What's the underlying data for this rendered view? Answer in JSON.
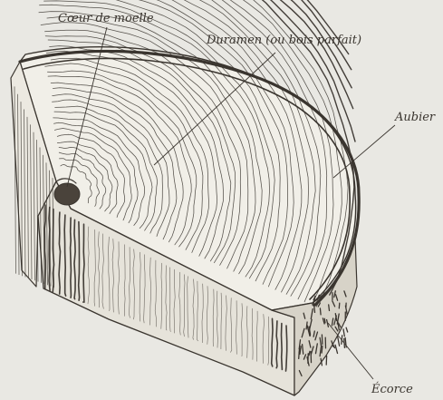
{
  "labels": {
    "pith": "Cœur de moelle",
    "heartwood": "Duramen (ou bois parfait)",
    "sapwood": "Aubier",
    "bark": "Écorce"
  },
  "colors": {
    "background": "#e9e8e3",
    "ink": "#3a352f"
  }
}
